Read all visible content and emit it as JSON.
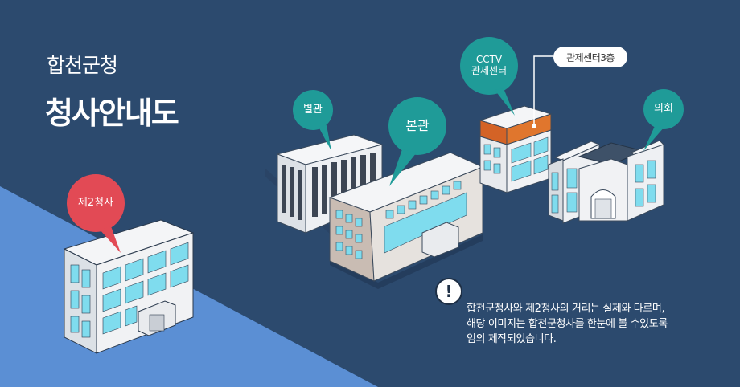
{
  "page": {
    "title_small": "합천군청",
    "title_big": "청사안내도"
  },
  "bubbles": {
    "annex": "별관",
    "main": "본관",
    "cctv_line1": "CCTV",
    "cctv_line2": "관제센터",
    "council": "의회",
    "second": "제2청사"
  },
  "floor_label": "관제센터3층",
  "notice": {
    "icon": "!",
    "lines": [
      "합천군청사와 제2청사의 거리는 실제와 다르며,",
      "해당 이미지는 합천군청사를 한눈에 볼 수있도록",
      "임의 제작되었습니다."
    ]
  },
  "colors": {
    "background": "#2c4a6e",
    "lower_left_band": "#5b8fd4",
    "teal_bubble": "#1f9b98",
    "red_bubble": "#e24a55",
    "building_wall": "#f2f4f6",
    "window": "#7fdcee",
    "cctv_band": "#e0762d"
  }
}
